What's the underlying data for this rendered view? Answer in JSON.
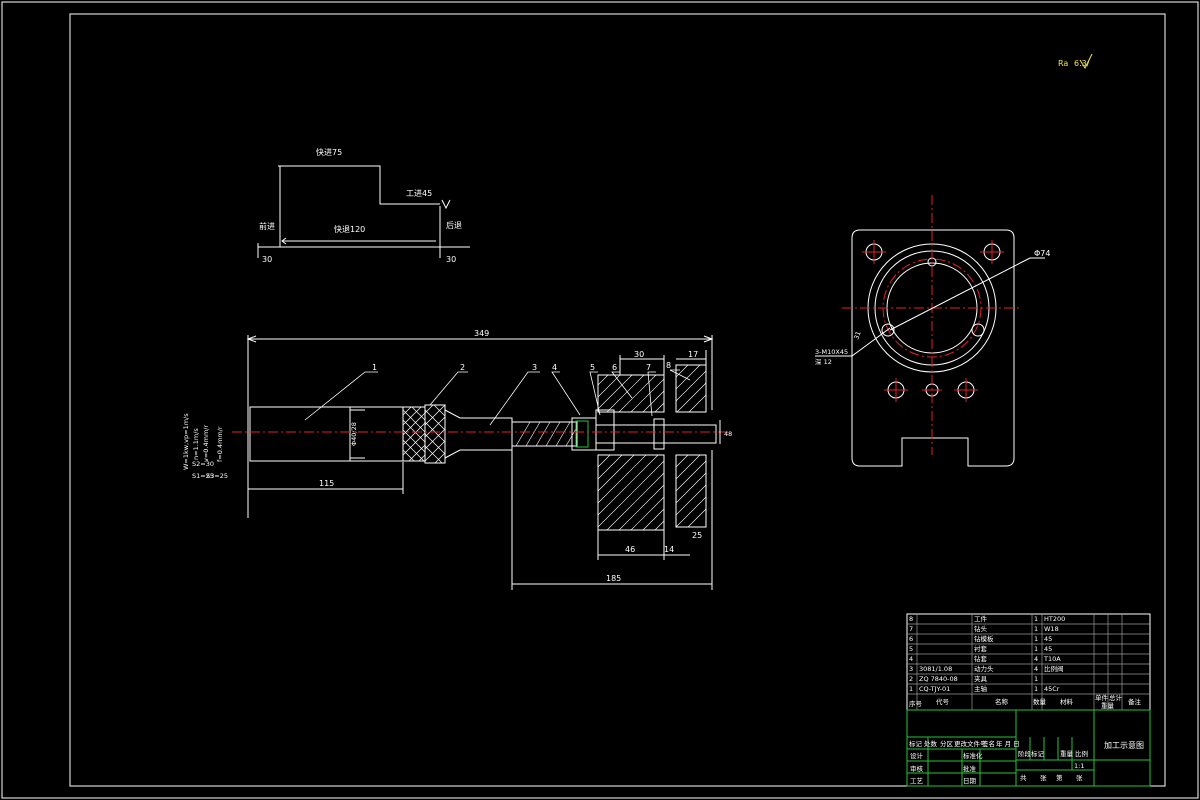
{
  "corner_mark": {
    "left": "Ra",
    "right": "6.3/"
  },
  "process_diagram": {
    "top_label": "快进75",
    "work_label": "工进45",
    "fast_back_label": "快退120",
    "left_label": "前进",
    "right_label": "后退",
    "left_dim": "30",
    "right_dim": "30"
  },
  "main_view": {
    "overall_dim": "349",
    "left_dim": "115",
    "bottom_dim": "185",
    "dim_30": "30",
    "dim_17": "17",
    "dim_46": "46",
    "dim_14": "14",
    "dim_25": "25",
    "dim_right": "48",
    "dia_label": "Φ40/28",
    "balloons": [
      "1",
      "2",
      "3",
      "4",
      "5",
      "6",
      "7",
      "8"
    ],
    "side_notes": [
      "W=1kw,vp=1m/s",
      "n=1.1m/s",
      "v=0.4mm/r",
      "f=0.4mm/r",
      "S1=25",
      "S2=30",
      "S3=25"
    ]
  },
  "side_view": {
    "callout_1": "Φ74",
    "callout_2a": "3-M10X45",
    "callout_2b": "深 12",
    "callout_3": "31"
  },
  "parts_table": {
    "rows": [
      [
        "8",
        "",
        "工件",
        "1",
        "HT200",
        "",
        "",
        ""
      ],
      [
        "7",
        "",
        "钻头",
        "1",
        "W18",
        "",
        "",
        ""
      ],
      [
        "6",
        "",
        "钻模板",
        "1",
        "45",
        "",
        "",
        ""
      ],
      [
        "5",
        "",
        "衬套",
        "1",
        "45",
        "",
        "",
        ""
      ],
      [
        "4",
        "",
        "钻套",
        "4",
        "T10A",
        "",
        "",
        ""
      ],
      [
        "3",
        "3081/1.08",
        "动力头",
        "4",
        "比例阀",
        "",
        "",
        ""
      ],
      [
        "2",
        "ZQ 7840-08",
        "夹具",
        "1",
        "",
        "",
        "",
        ""
      ],
      [
        "1",
        "CQ-TJY-01",
        "主轴",
        "1",
        "45Cr",
        "",
        "",
        ""
      ]
    ],
    "header": {
      "no": "序号",
      "code": "代号",
      "name": "名称",
      "qty": "数量",
      "material": "材料",
      "unit": "单件",
      "total": "总计",
      "weight": "重量",
      "remark": "备注"
    }
  },
  "title_block": {
    "drawing_title": "加工示意图",
    "mark_row": [
      "标记",
      "处数",
      "分区",
      "更改文件号",
      "签名",
      "年 月 日"
    ],
    "left_labels": [
      "设计",
      "审核",
      "工艺"
    ],
    "mid_labels": [
      "标准化",
      "批准",
      "日期"
    ],
    "stage_row": [
      "阶段标记",
      "重量",
      "比例"
    ],
    "scale": "1:1",
    "sheet_row": [
      "共",
      "张",
      "第",
      "张"
    ]
  }
}
